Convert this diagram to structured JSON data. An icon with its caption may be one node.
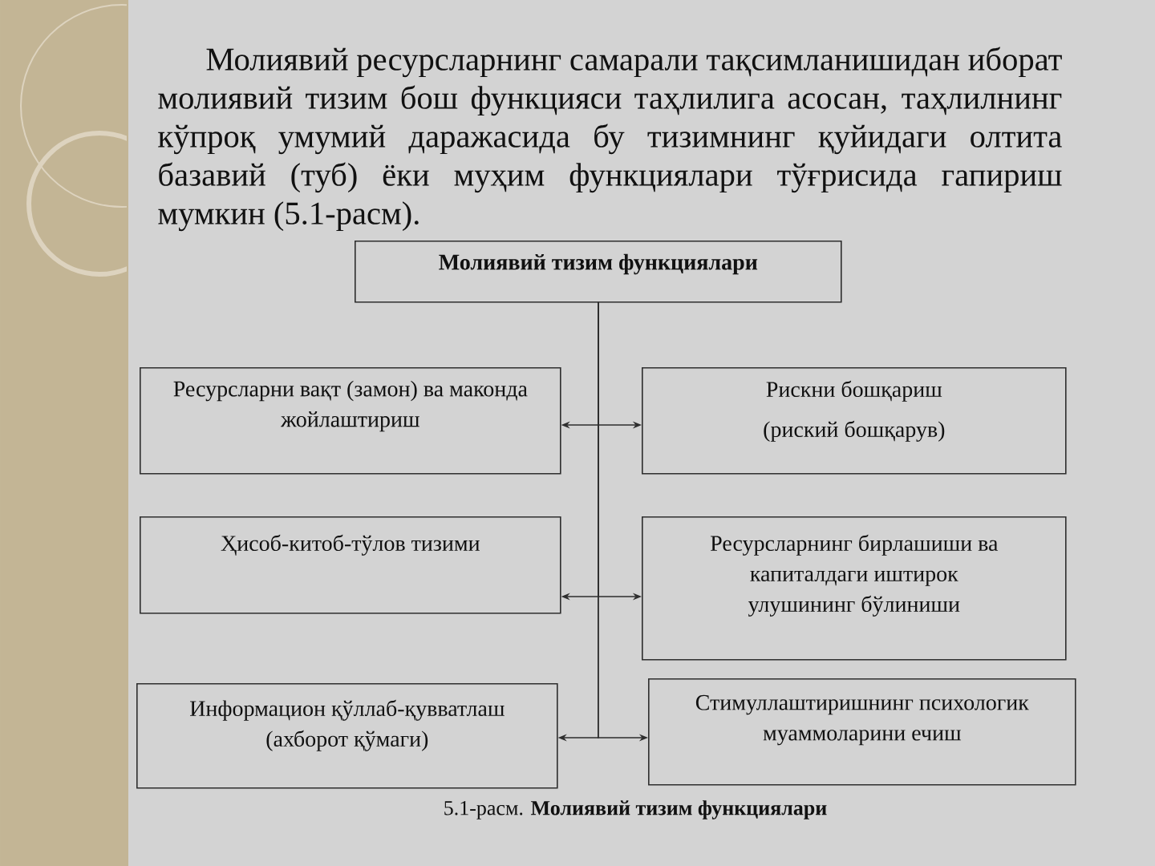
{
  "diagram": {
    "caption": "5.1-расм. **Молиявий тизим функциялари**",
    "nodes": [
      {
        "text": [
          "Молиявий тизим функциялари"
        ]
      },
      {
        "text": [
          "Ресурсларни вақт (замон) ва маконда жойлаштириш"
        ]
      },
      {
        "text": [
          "Рискни бошқариш",
          "(риский бошқарув)"
        ]
      },
      {
        "text": [
          "Ҳисоб-китоб-тўлов тизими"
        ]
      },
      {
        "text": [
          "Ресурсларнинг бирлашиши ва капиталдаги иштирок улушининг бўлиниши"
        ]
      },
      {
        "text": [
          "Информацион қўллаб-қувватлаш (ахборот қўмаги)"
        ]
      },
      {
        "text": [
          "Стимуллаштиришнинг психологик муаммоларини ечиш"
        ]
      }
    ],
    "edges": [
      {
        "from": 0,
        "to": 1,
        "arrow": "to"
      },
      {
        "from": 0,
        "to": 2,
        "arrow": "to"
      },
      {
        "from": 0,
        "to": 3,
        "arrow": "to"
      },
      {
        "from": 0,
        "to": 4,
        "arrow": "to"
      },
      {
        "from": 0,
        "to": 5,
        "arrow": "to"
      },
      {
        "from": 0,
        "to": 6,
        "arrow": "to"
      }
    ],
    "labels": [
      "Молиявий ресурсларнинг самарали тақсимланишидан иборат молиявий тизим бош функцияси таҳлилига асосан, таҳлилнинг кўпроқ умумий даражасида бу тизимнинг қуйидаги олтита базавий (туб) ёки муҳим функциялари тўғрисида гапириш мумкин (5.1-расм)."
    ]
  }
}
